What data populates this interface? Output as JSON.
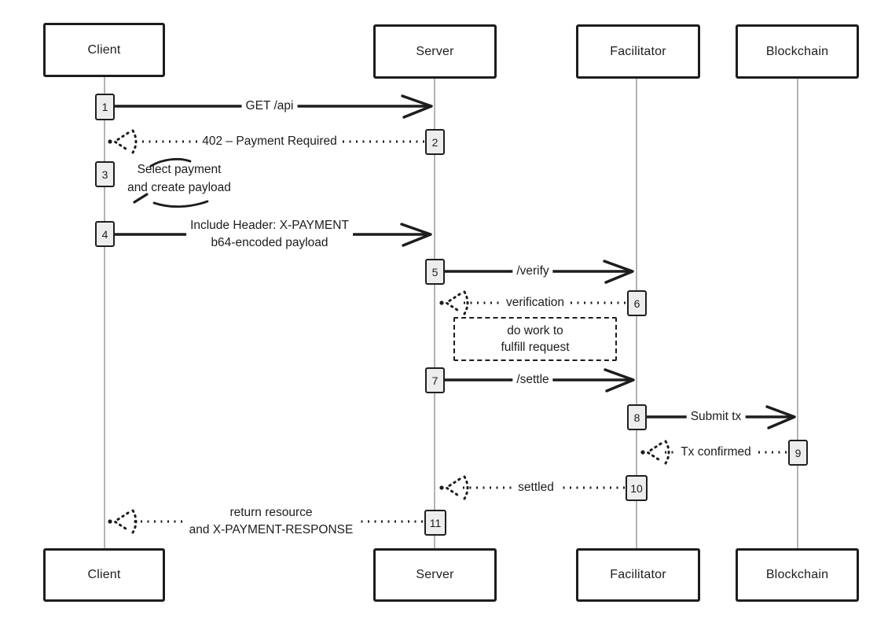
{
  "diagram": {
    "actors": {
      "client": "Client",
      "server": "Server",
      "facilitator": "Facilitator",
      "blockchain": "Blockchain"
    },
    "messages": [
      {
        "num": "1",
        "label": "GET /api",
        "from": "client",
        "to": "server",
        "style": "solid"
      },
      {
        "num": "2",
        "label": "402 – Payment Required",
        "from": "server",
        "to": "client",
        "style": "dotted"
      },
      {
        "num": "3",
        "line1": "Select payment",
        "line2": "and create payload",
        "from": "client",
        "to": "client",
        "style": "self"
      },
      {
        "num": "4",
        "line1": "Include Header: X-PAYMENT",
        "line2": "b64-encoded payload",
        "from": "client",
        "to": "server",
        "style": "solid"
      },
      {
        "num": "5",
        "label": "/verify",
        "from": "server",
        "to": "facilitator",
        "style": "solid"
      },
      {
        "num": "6",
        "label": "verification",
        "from": "facilitator",
        "to": "server",
        "style": "dotted"
      },
      {
        "num": "7",
        "label": "/settle",
        "from": "server",
        "to": "facilitator",
        "style": "solid"
      },
      {
        "num": "8",
        "label": "Submit tx",
        "from": "facilitator",
        "to": "blockchain",
        "style": "solid"
      },
      {
        "num": "9",
        "label": "Tx confirmed",
        "from": "blockchain",
        "to": "facilitator",
        "style": "dotted"
      },
      {
        "num": "10",
        "label": "settled",
        "from": "facilitator",
        "to": "server",
        "style": "dotted"
      },
      {
        "num": "11",
        "line1": "return resource",
        "line2": "and X-PAYMENT-RESPONSE",
        "from": "server",
        "to": "client",
        "style": "dotted"
      }
    ],
    "note": {
      "line1": "do work to",
      "line2": "fulfill request",
      "attached_between": [
        "server",
        "facilitator"
      ]
    },
    "colors": {
      "ink": "#1d1d1d",
      "lifeline": "#ababab",
      "badge_bg": "#ededed",
      "background": "#ffffff"
    }
  }
}
